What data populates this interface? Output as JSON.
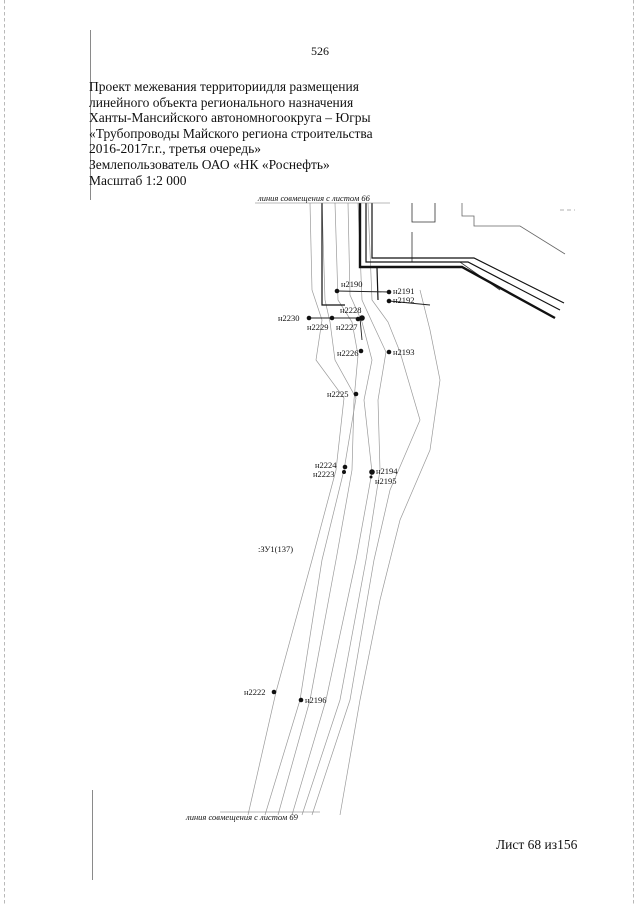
{
  "page": {
    "page_number": "526",
    "title_lines": [
      "Проект межевания территориидля размещения",
      "линейного объекта регионального назначения",
      "Ханты-Мансийского автономногоокруга – Югры",
      "«Трубопроводы Майского региона строительства",
      "2016-2017г.г., третья очередь»",
      "Землепользователь ОАО «НК «Роснефть»",
      "Масштаб 1:2 000"
    ],
    "sheet_label": "Лист 68 из156"
  },
  "map": {
    "link_top": "линия совмещения с листом 66",
    "link_bottom": "линия совмещения с листом 69",
    "parcel_label": ":ЗУ1(137)",
    "points": [
      {
        "id": "н2190",
        "label": "н2190"
      },
      {
        "id": "н2191",
        "label": "н2191"
      },
      {
        "id": "н2192",
        "label": "н2192"
      },
      {
        "id": "н2228",
        "label": "н2228"
      },
      {
        "id": "н2230",
        "label": "н2230"
      },
      {
        "id": "н2229",
        "label": "н2229"
      },
      {
        "id": "н2227",
        "label": "н2227"
      },
      {
        "id": "н2226",
        "label": "н2226"
      },
      {
        "id": "н2193",
        "label": "н2193"
      },
      {
        "id": "н2225",
        "label": "н2225"
      },
      {
        "id": "н2224",
        "label": "н2224"
      },
      {
        "id": "н2223",
        "label": "н2223"
      },
      {
        "id": "н2194",
        "label": "н2194"
      },
      {
        "id": "н2195",
        "label": "н2195"
      },
      {
        "id": "н2222",
        "label": "н2222"
      },
      {
        "id": "н2196",
        "label": "н2196"
      }
    ]
  }
}
